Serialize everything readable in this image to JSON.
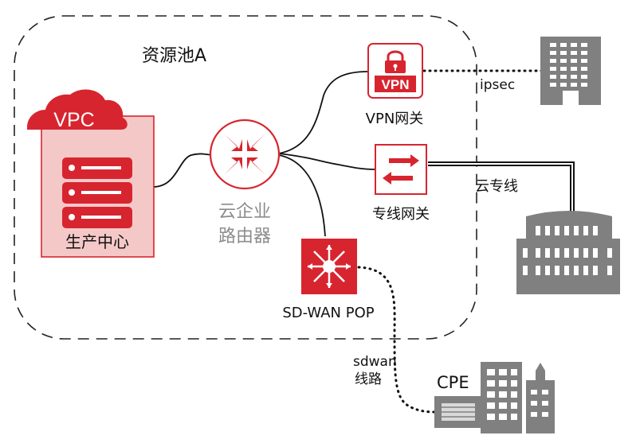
{
  "pool": {
    "label": "资源池A"
  },
  "vpc": {
    "cloud_label": "VPC",
    "datacenter_label": "生产中心"
  },
  "router": {
    "line1": "云企业",
    "line2": "路由器"
  },
  "vpn": {
    "icon_text": "VPN",
    "label": "VPN网关",
    "link_label": "ipsec"
  },
  "leased": {
    "label": "专线网关",
    "link_label": "云专线"
  },
  "sdwan": {
    "label": "SD-WAN POP",
    "link_line1": "sdwan",
    "link_line2": "线路"
  },
  "cpe": {
    "label": "CPE"
  },
  "colors": {
    "accent": "#d7252f",
    "accent_light": "#f5c8c8",
    "gray": "#7f7f7f"
  },
  "icons": [
    "cloud-icon",
    "server-rack-icon",
    "router-icon",
    "lock-icon",
    "switch-icon",
    "sdwan-star-icon",
    "building-icon",
    "cpe-device-icon"
  ]
}
